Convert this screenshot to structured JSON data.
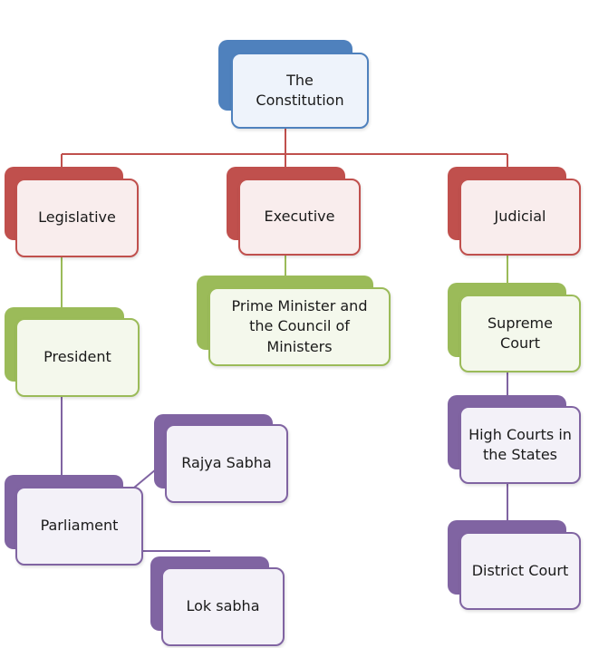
{
  "colors": {
    "blue": {
      "back": "#4f81bd",
      "border": "#4f81bd",
      "fill": "#eef3fb"
    },
    "red": {
      "back": "#c0504d",
      "border": "#c0504d",
      "fill": "#f9eded"
    },
    "green": {
      "back": "#9bbb59",
      "border": "#9bbb59",
      "fill": "#f4f8ec"
    },
    "purple": {
      "back": "#8064a2",
      "border": "#8064a2",
      "fill": "#f3f1f8"
    }
  },
  "nodes": {
    "constitution": {
      "label": "The\nConstitution",
      "color": "blue"
    },
    "legislative": {
      "label": "Legislative",
      "color": "red"
    },
    "executive": {
      "label": "Executive",
      "color": "red"
    },
    "judicial": {
      "label": "Judicial",
      "color": "red"
    },
    "pm": {
      "label": "Prime Minister and\nthe Council of\nMinisters",
      "color": "green"
    },
    "president": {
      "label": "President",
      "color": "green"
    },
    "supreme": {
      "label": "Supreme\nCourt",
      "color": "green"
    },
    "rajya": {
      "label": "Rajya Sabha",
      "color": "purple"
    },
    "parliament": {
      "label": "Parliament",
      "color": "purple"
    },
    "lok": {
      "label": "Lok sabha",
      "color": "purple"
    },
    "highcourts": {
      "label": "High Courts in\nthe States",
      "color": "purple"
    },
    "district": {
      "label": "District Court",
      "color": "purple"
    }
  }
}
